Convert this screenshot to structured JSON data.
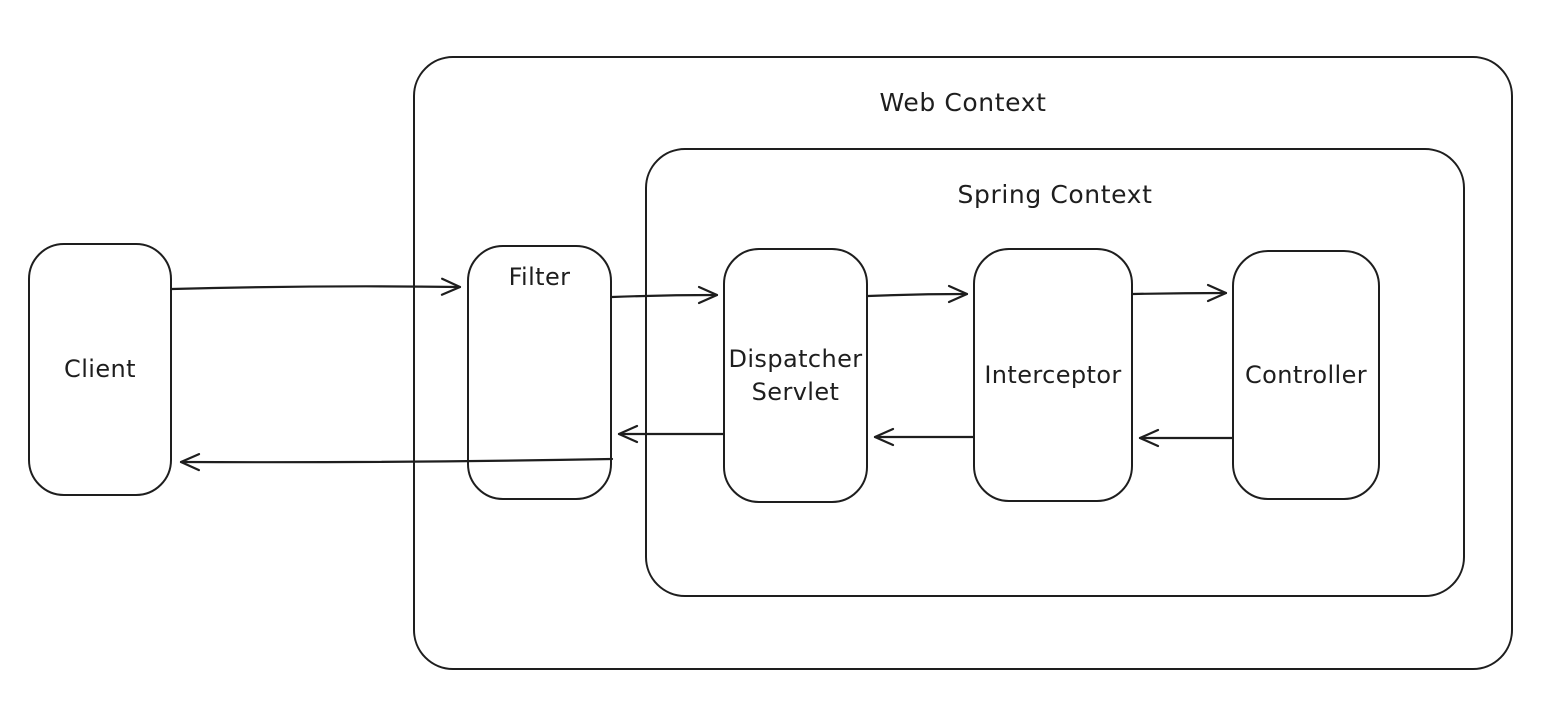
{
  "diagram": {
    "type": "architecture-flow",
    "style": "hand-drawn",
    "background_color": "#ffffff",
    "stroke_color": "#1e1e1e",
    "nodes": {
      "client": {
        "label": "Client"
      },
      "web_context": {
        "label": "Web Context",
        "kind": "container",
        "contains": [
          "Filter",
          "Spring Context"
        ]
      },
      "spring_context": {
        "label": "Spring Context",
        "kind": "container",
        "contains": [
          "Dispatcher Servlet",
          "Interceptor",
          "Controller"
        ]
      },
      "filter": {
        "label": "Filter"
      },
      "dispatcher_servlet": {
        "label": "Dispatcher Servlet"
      },
      "interceptor": {
        "label": "Interceptor"
      },
      "controller": {
        "label": "Controller"
      }
    },
    "edges": [
      {
        "from": "Client",
        "to": "Filter",
        "direction": "request"
      },
      {
        "from": "Filter",
        "to": "Client",
        "direction": "response"
      },
      {
        "from": "Filter",
        "to": "Dispatcher Servlet",
        "direction": "request"
      },
      {
        "from": "Dispatcher Servlet",
        "to": "Filter",
        "direction": "response"
      },
      {
        "from": "Dispatcher Servlet",
        "to": "Interceptor",
        "direction": "request"
      },
      {
        "from": "Interceptor",
        "to": "Dispatcher Servlet",
        "direction": "response"
      },
      {
        "from": "Interceptor",
        "to": "Controller",
        "direction": "request"
      },
      {
        "from": "Controller",
        "to": "Interceptor",
        "direction": "response"
      }
    ]
  }
}
